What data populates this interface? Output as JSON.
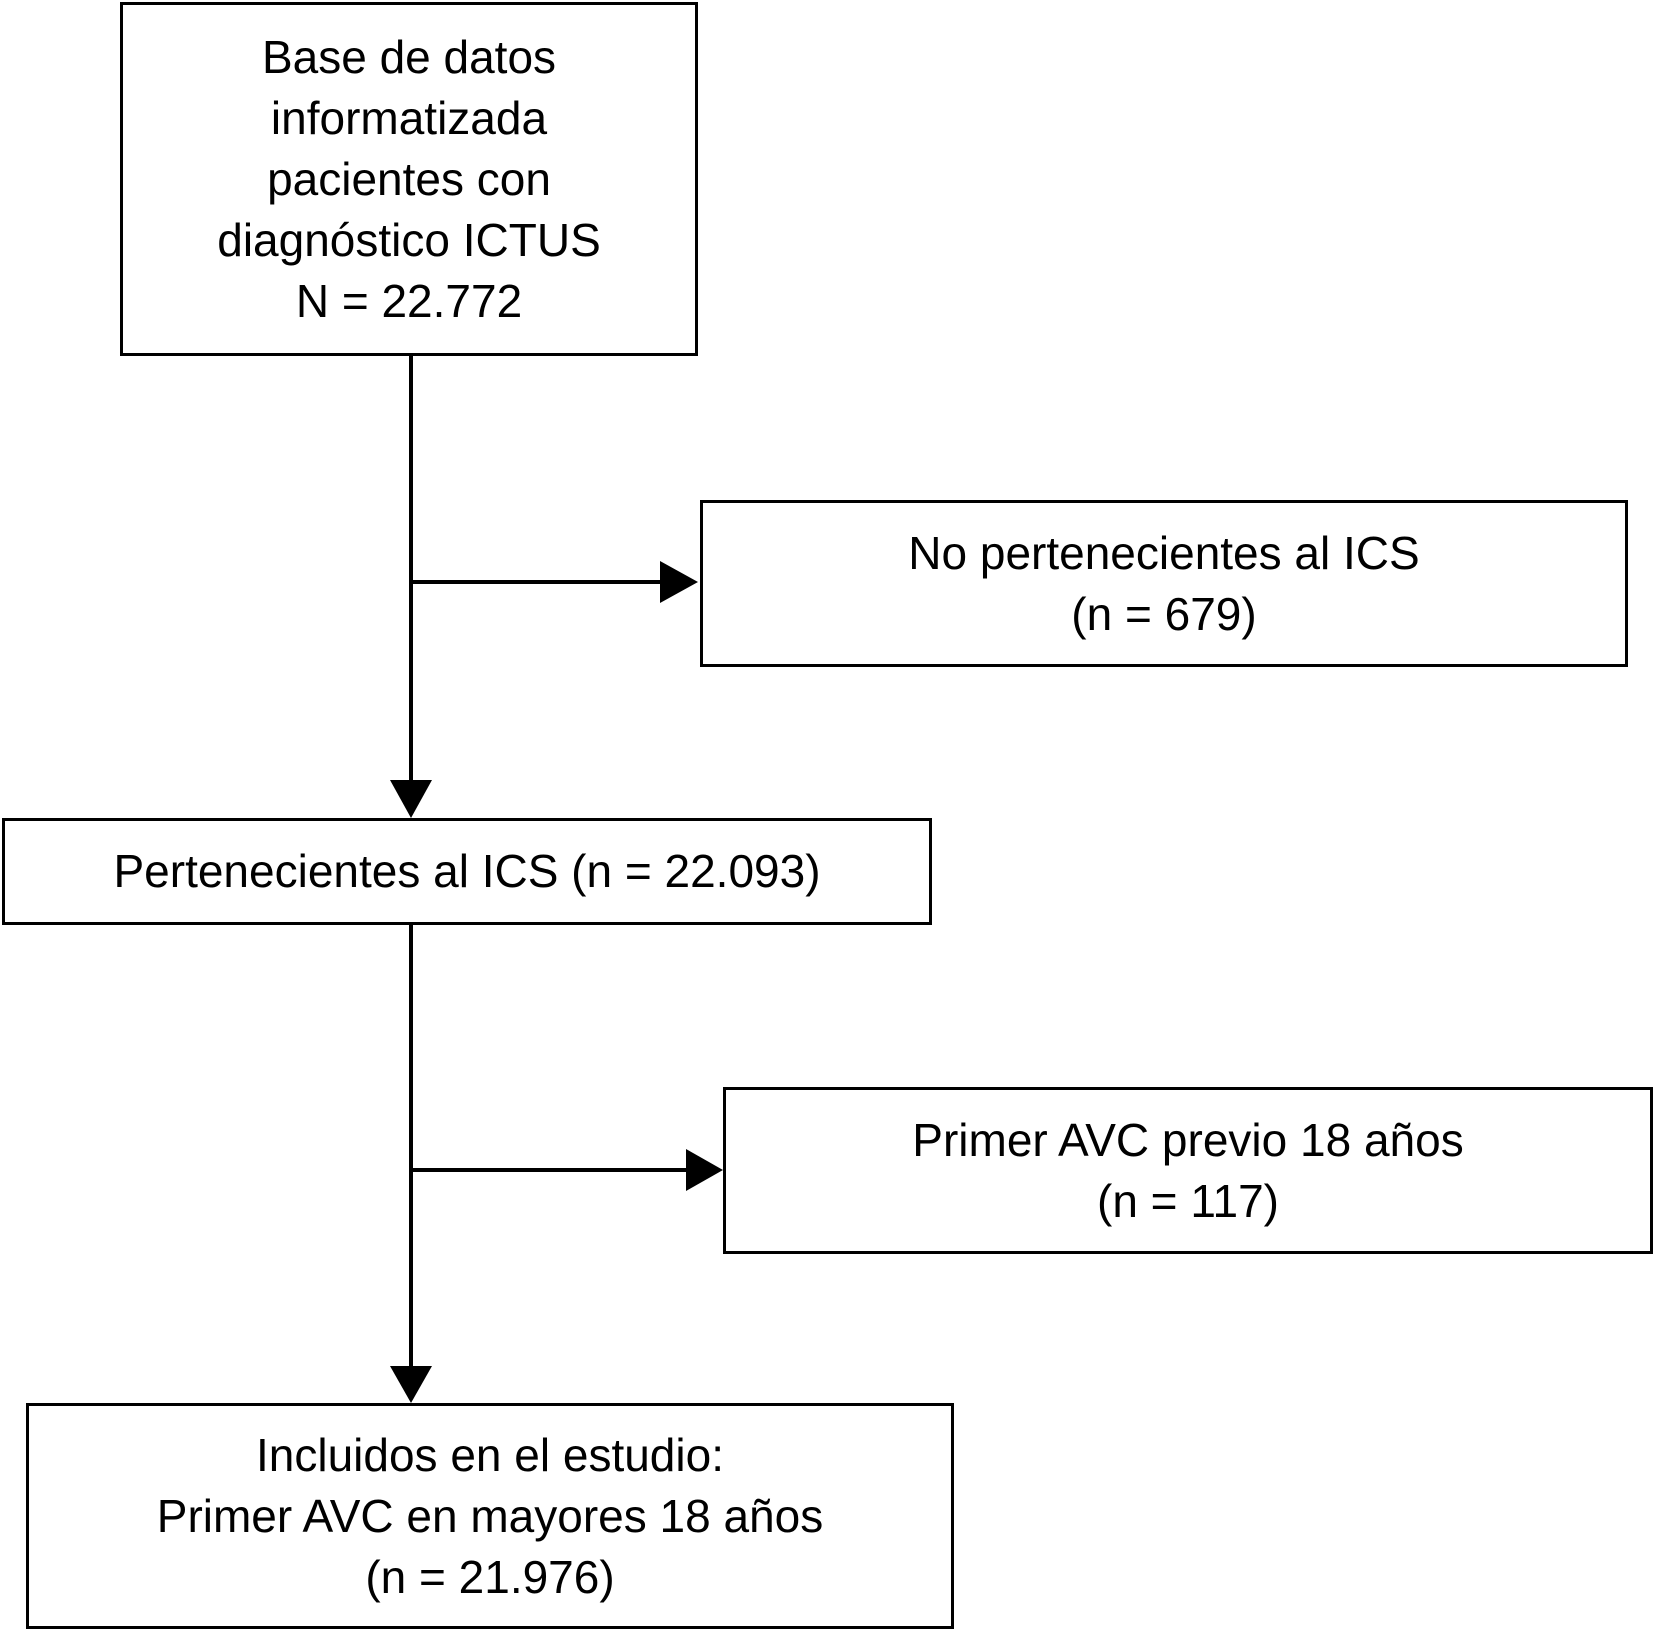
{
  "nodes": [
    {
      "id": "database",
      "lines": [
        "Base de datos",
        "informatizada",
        "pacientes con",
        "diagnóstico ICTUS",
        "N = 22.772"
      ]
    },
    {
      "id": "excluded-ics",
      "lines": [
        "No pertenecientes al ICS",
        "(n = 679)"
      ]
    },
    {
      "id": "ics-members",
      "lines": [
        "Pertenecientes al ICS (n = 22.093)"
      ]
    },
    {
      "id": "excluded-age",
      "lines": [
        "Primer AVC previo 18 años",
        "(n = 117)"
      ]
    },
    {
      "id": "included",
      "lines": [
        "Incluidos en el estudio:",
        "Primer AVC en mayores 18 años",
        "(n = 21.976)"
      ]
    }
  ],
  "edges": [
    {
      "from": "database",
      "to": "ics-members"
    },
    {
      "from": "database",
      "to": "excluded-ics"
    },
    {
      "from": "ics-members",
      "to": "included"
    },
    {
      "from": "ics-members",
      "to": "excluded-age"
    }
  ]
}
